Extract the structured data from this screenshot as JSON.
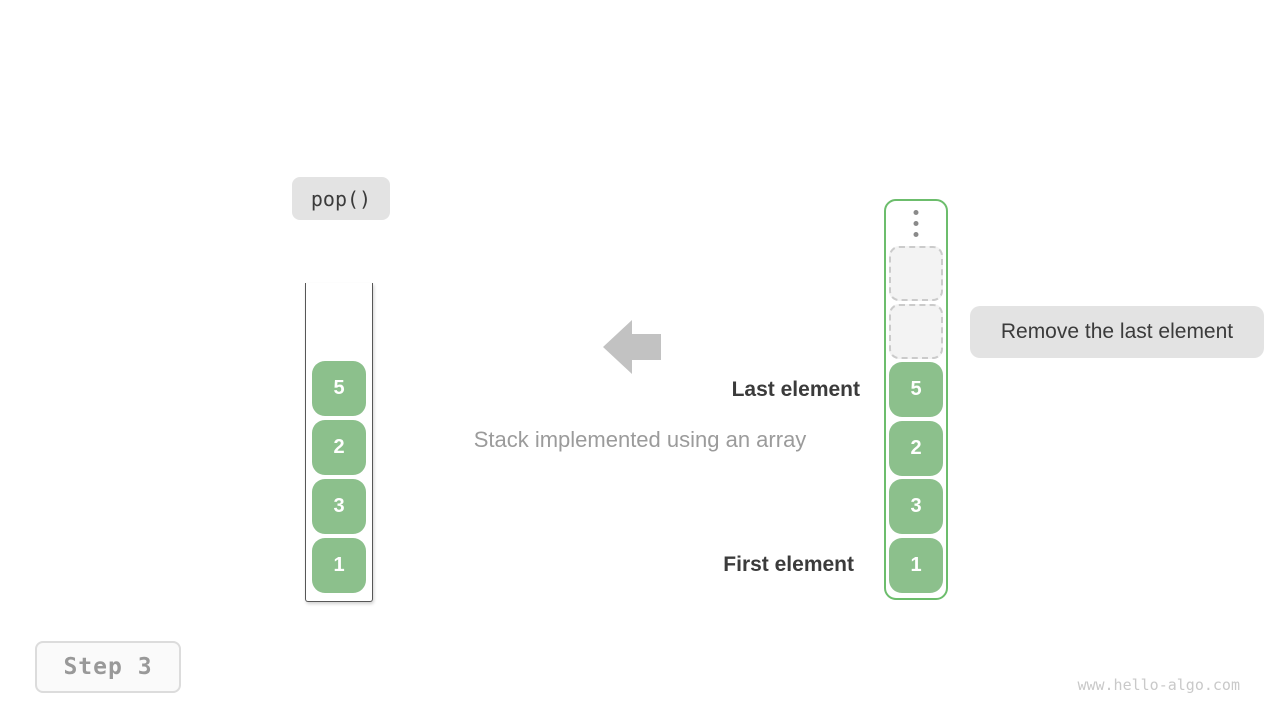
{
  "operation": {
    "label": "pop()"
  },
  "step": {
    "label": "Step 3"
  },
  "caption": "Stack implemented using an array",
  "labels": {
    "last_element": "Last element",
    "first_element": "First element",
    "remove_note": "Remove the last element"
  },
  "stack_view": {
    "description": "stack drawn as open-top container",
    "cells_top_to_bottom": [
      "5",
      "2",
      "3",
      "1"
    ]
  },
  "array_view": {
    "description": "stack implemented using an array, green bordered column",
    "ellipsis_icon": "vertical-dots-icon",
    "empty_slot_count": 2,
    "cells_top_to_bottom": [
      "5",
      "2",
      "3",
      "1"
    ]
  },
  "watermark": "www.hello-algo.com",
  "colors": {
    "cell_green": "#8CC08C",
    "array_border_green": "#6CBD6C",
    "label_gray_bg": "#E3E3E3",
    "arrow_gray": "#C2C2C2",
    "text_dark": "#3B3B3B",
    "text_gray": "#9B9B9B",
    "watermark_gray": "#C9C9C9",
    "step_text_gray": "#999999"
  }
}
